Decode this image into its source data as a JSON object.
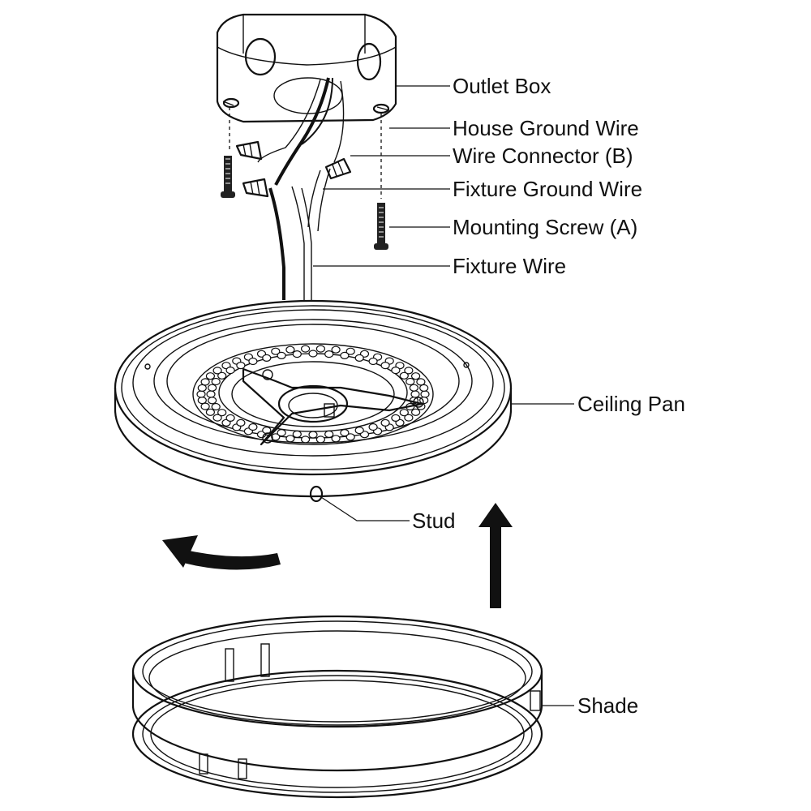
{
  "labels": {
    "outlet_box": "Outlet Box",
    "house_ground_wire": "House Ground Wire",
    "wire_connector": "Wire Connector (B)",
    "fixture_ground_wire": "Fixture Ground Wire",
    "mounting_screw": "Mounting Screw (A)",
    "fixture_wire": "Fixture Wire",
    "ceiling_pan": "Ceiling Pan",
    "stud": "Stud",
    "shade": "Shade"
  },
  "colors": {
    "line": "#111111",
    "background": "#ffffff"
  }
}
